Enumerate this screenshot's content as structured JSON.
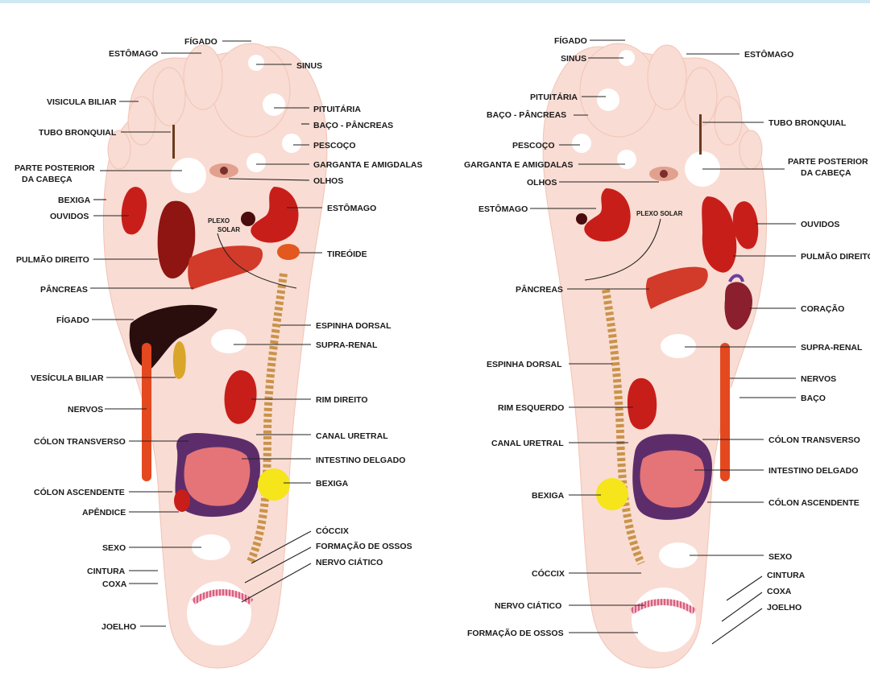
{
  "left_foot": {
    "labels": {
      "figado_top": "FÍGADO",
      "estomago_top": "ESTÔMAGO",
      "sinus": "SINUS",
      "visicula_biliar": "VISICULA BILIAR",
      "pituitaria": "PITUITÁRIA",
      "baco_pancreas": "BAÇO -  PÂNCREAS",
      "tubo_bronquial": "TUBO BRONQUIAL",
      "pescoco": "PESCOÇO",
      "parte_posterior_1": "PARTE POSTERIOR",
      "parte_posterior_2": "DA CABEÇA",
      "garganta": "GARGANTA E AMIGDALAS",
      "olhos": "OLHOS",
      "bexiga_top": "BEXIGA",
      "ouvidos": "OUVIDOS",
      "estomago": "ESTÔMAGO",
      "plexo": "PLEXO",
      "solar": "SOLAR",
      "pulmao_direito": "PULMÃO DIREITO",
      "tireoide": "TIREÓIDE",
      "pancreas": "PÂNCREAS",
      "figado": "FÍGADO",
      "espinha_dorsal": "ESPINHA DORSAL",
      "supra_renal": "SUPRA-RENAL",
      "vesicula_biliar": "VESÍCULA BILIAR",
      "rim_direito": "RIM DIREITO",
      "nervos": "NERVOS",
      "canal_uretral": "CANAL URETRAL",
      "colon_transverso": "CÓLON TRANSVERSO",
      "intestino_delgado": "INTESTINO DELGADO",
      "bexiga": "BEXIGA",
      "colon_ascendente": "CÓLON ASCENDENTE",
      "apendice": "APÊNDICE",
      "coccix": "CÓCCIX",
      "sexo": "SEXO",
      "formacao_ossos": "FORMAÇÃO DE OSSOS",
      "cintura": "CINTURA",
      "nervo_ciatico": "NERVO CIÁTICO",
      "coxa": "COXA",
      "joelho": "JOELHO"
    }
  },
  "right_foot": {
    "labels": {
      "figado": "FÍGADO",
      "sinus": "SINUS",
      "estomago_top": "ESTÔMAGO",
      "pituitaria": "PITUITÁRIA",
      "baco_pancreas": "BAÇO -  PÂNCREAS",
      "tubo_bronquial": "TUBO BRONQUIAL",
      "pescoco": "PESCOÇO",
      "parte_posterior_1": "PARTE POSTERIOR",
      "parte_posterior_2": "DA CABEÇA",
      "garganta": "GARGANTA E AMIGDALAS",
      "olhos": "OLHOS",
      "estomago": "ESTÔMAGO",
      "plexo_solar": "PLEXO SOLAR",
      "ouvidos": "OUVIDOS",
      "pulmao_direito": "PULMÃO DIREITO",
      "pancreas": "PÂNCREAS",
      "coracao": "CORAÇÃO",
      "supra_renal": "SUPRA-RENAL",
      "espinha_dorsal": "ESPINHA DORSAL",
      "nervos": "NERVOS",
      "rim_esquerdo": "RIM ESQUERDO",
      "baco": "BAÇO",
      "canal_uretral": "CANAL URETRAL",
      "colon_transverso": "CÓLON TRANSVERSO",
      "intestino_delgado": "INTESTINO DELGADO",
      "bexiga": "BEXIGA",
      "colon_ascendente": "CÓLON ASCENDENTE",
      "sexo": "SEXO",
      "coccix": "CÓCCIX",
      "cintura": "CINTURA",
      "coxa": "COXA",
      "nervo_ciatico": "NERVO CIÁTICO",
      "joelho": "JOELHO",
      "formacao_ossos": "FORMAÇÃO DE OSSOS"
    }
  },
  "colors": {
    "background": "#ffffff",
    "skin": "#f9dcd3",
    "skin_edge": "#f1c4b6",
    "organ_red": "#c81e1a",
    "liver_dark": "#2a0d0d",
    "gallbladder": "#d9a62b",
    "bladder_yellow": "#f5e51a",
    "spine": "#c9934a",
    "zone_white": "#ffffff",
    "knee_arc": "#e48aa0",
    "top_bar": "#cfe9f3"
  }
}
